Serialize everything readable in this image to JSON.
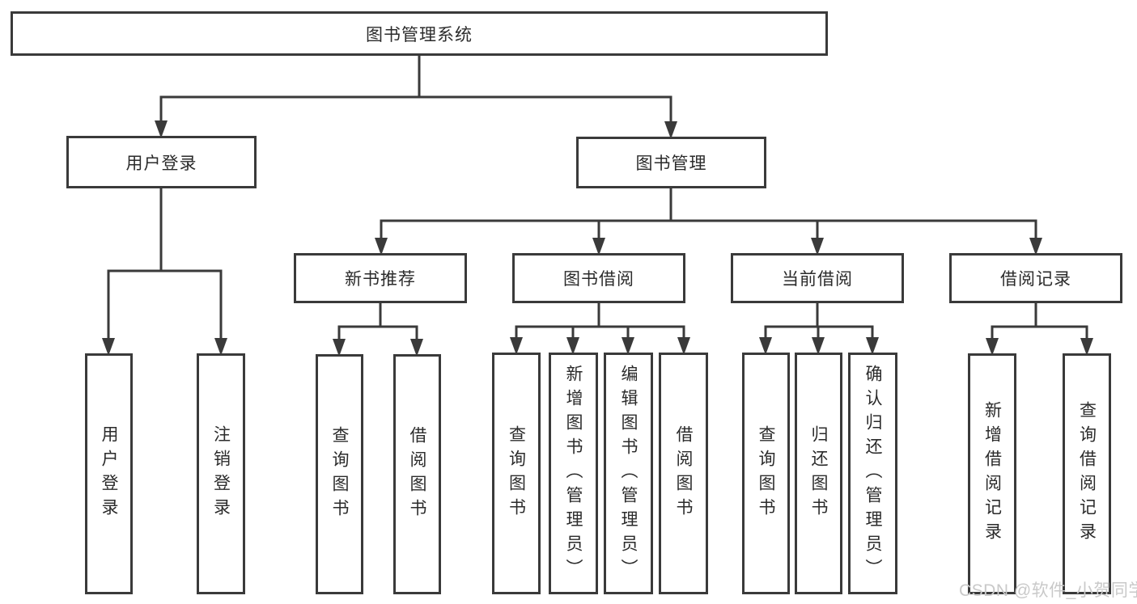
{
  "diagram": {
    "title": "图书管理系统",
    "modules": [
      {
        "label": "用户登录",
        "features": [
          "用户登录",
          "注销登录"
        ]
      },
      {
        "label": "图书管理",
        "sections": [
          {
            "label": "新书推荐",
            "features": [
              "查询图书",
              "借阅图书"
            ]
          },
          {
            "label": "图书借阅",
            "features": [
              "查询图书",
              "新增图书（管理员）",
              "编辑图书（管理员）",
              "借阅图书"
            ]
          },
          {
            "label": "当前借阅",
            "features": [
              "查询图书",
              "归还图书",
              "确认归还（管理员）"
            ]
          },
          {
            "label": "借阅记录",
            "features": [
              "新增借阅记录",
              "查询借阅记录"
            ]
          }
        ]
      }
    ]
  },
  "watermark": "CSDN @软件_小贺同学",
  "colors": {
    "line": "#3a3a3a",
    "border": "#3a3a3a",
    "text": "#2b2b2b",
    "watermark": "#c9c9c9",
    "background": "#ffffff"
  }
}
